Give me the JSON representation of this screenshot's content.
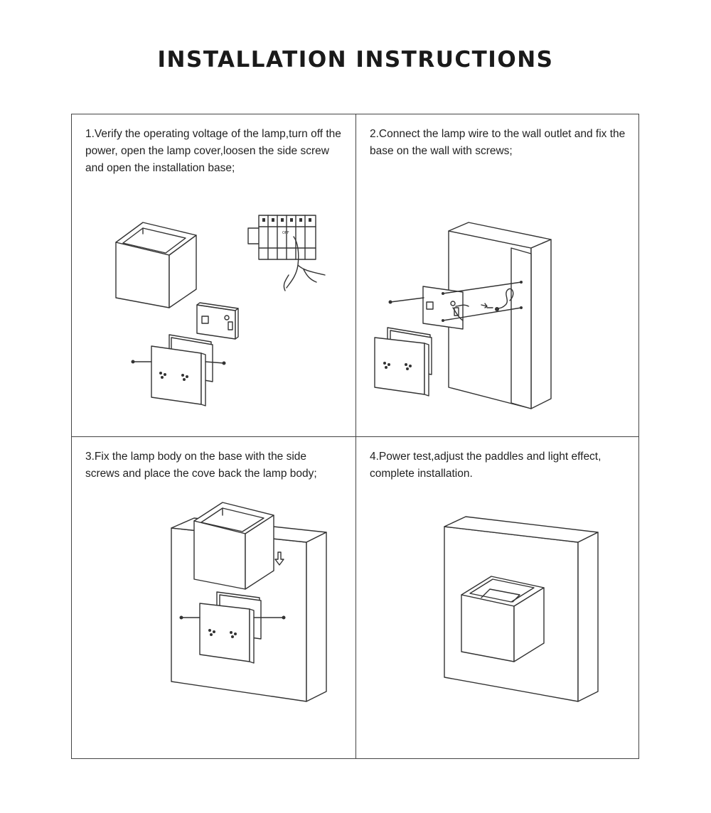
{
  "title": "INSTALLATION INSTRUCTIONS",
  "steps": [
    {
      "text": "1.Verify the operating voltage of the lamp,turn off the power, open the lamp cover,loosen the side screw and open the installation base;"
    },
    {
      "text": "2.Connect the lamp wire to the wall outlet and fix the base on the wall with screws;"
    },
    {
      "text": "3.Fix the lamp body on the base with the side screws and place the cove back the lamp body;"
    },
    {
      "text": "4.Power test,adjust the paddles and light effect, complete installation."
    }
  ],
  "illustrations": {
    "breaker_label": "OFF"
  }
}
